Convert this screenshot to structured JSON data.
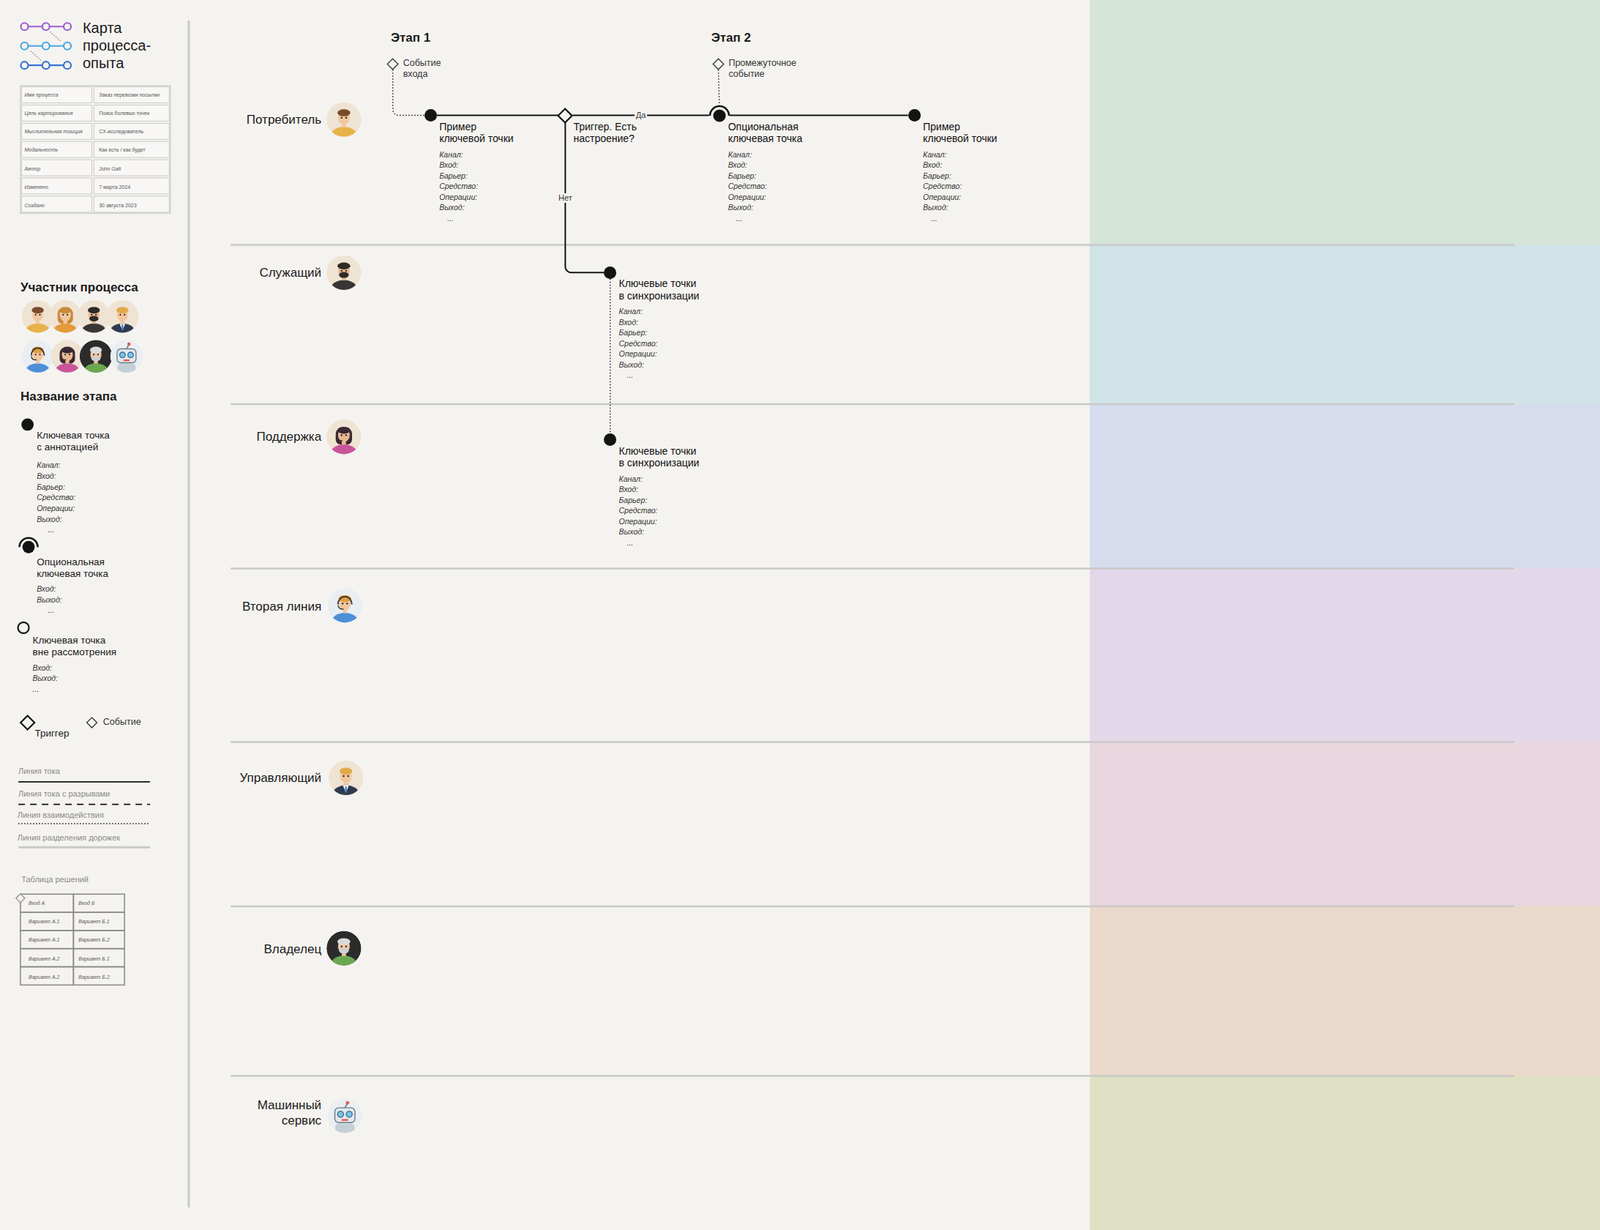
{
  "diagram": {
    "title": "Карта процесса-опыта",
    "nodes": [
      {
        "text": [
          "Потребитель"
        ]
      },
      {
        "text": [
          "Событие входа"
        ],
        "in": 0
      },
      {
        "text": [
          "Пример ключевой точки",
          "Канал:",
          "Вход:",
          "Барьер:",
          "Средство:",
          "Операции:",
          "Выход:",
          "..."
        ],
        "in": 0
      },
      {
        "text": [
          "Триггер. Есть настроение?"
        ],
        "in": 0
      },
      {
        "text": [
          "Промежуточное событие"
        ],
        "in": 0
      },
      {
        "text": [
          "Опциональная ключевая точка",
          "Канал:",
          "Вход:",
          "Барьер:",
          "Средство:",
          "Операции:",
          "Выход:",
          "..."
        ],
        "in": 0
      },
      {
        "text": [
          "Пример ключевой точки",
          "Канал:",
          "Вход:",
          "Барьер:",
          "Средство:",
          "Операции:",
          "Выход:",
          "..."
        ],
        "in": 0
      },
      {
        "text": [
          "Служащий"
        ]
      },
      {
        "text": [
          "Ключевые точки в синхронизации",
          "Канал:",
          "Вход:",
          "Барьер:",
          "Средство:",
          "Операции:",
          "Выход:",
          "..."
        ],
        "in": 7
      },
      {
        "text": [
          "Поддержка"
        ]
      },
      {
        "text": [
          "Ключевые точки в синхронизации",
          "Канал:",
          "Вход:",
          "Барьер:",
          "Средство:",
          "Операции:",
          "Выход:",
          "..."
        ],
        "in": 9
      },
      {
        "text": [
          "Вторая линия"
        ]
      },
      {
        "text": [
          "Управляющий"
        ]
      },
      {
        "text": [
          "Владелец"
        ]
      },
      {
        "text": [
          "Машинный сервис"
        ]
      }
    ],
    "edges": [
      {
        "from": 1,
        "to": 2,
        "arrow": "none"
      },
      {
        "from": 2,
        "to": 3,
        "arrow": "none"
      },
      {
        "from": 3,
        "to": 5,
        "label": "Да",
        "arrow": "none"
      },
      {
        "from": 3,
        "to": 8,
        "label": "Нет",
        "arrow": "none"
      },
      {
        "from": 4,
        "to": 5,
        "arrow": "none"
      },
      {
        "from": 5,
        "to": 6,
        "arrow": "none"
      },
      {
        "from": 8,
        "to": 10,
        "arrow": "none"
      }
    ],
    "labels": [
      "Имя процесса",
      "Заказ перевозки посылки",
      "Цель картирования",
      "Поиск болевых точек",
      "Мыслительная позиция",
      "CX-исследователь",
      "Модальность",
      "Как есть / как будет",
      "Автор",
      "John Galt",
      "Изменено",
      "7 марта 2024",
      "Создано",
      "30 августа 2023",
      "Участник процесса",
      "Название этапа",
      "Канал:",
      "Вход:",
      "Барьер:",
      "Средство:",
      "Операции:",
      "Выход:",
      "...",
      "Вход:",
      "Выход:",
      "...",
      "Вход:",
      "Выход:",
      "...",
      "Таблица решений",
      "Вход А",
      "Вход Б",
      "Вариант А.1",
      "Вариант Б.1",
      "Вариант А.1",
      "Вариант Б.2",
      "Вариант А.2",
      "Вариант Б.1",
      "Вариант А.2",
      "Вариант Б.2",
      "Этап 1",
      "Этап 2"
    ],
    "legend": [
      {
        "text": "Ключевая точка с аннотацией"
      },
      {
        "text": "Опциональная ключевая точка"
      },
      {
        "text": "Ключевая точка вне рассмотрения"
      },
      {
        "text": "Триггер"
      },
      {
        "text": "Событие"
      },
      {
        "text": "Линия тока"
      },
      {
        "text": "Линия тока с разрывами"
      },
      {
        "text": "Линия взаимодействия"
      },
      {
        "text": "Линия разделения дорожек"
      }
    ]
  }
}
